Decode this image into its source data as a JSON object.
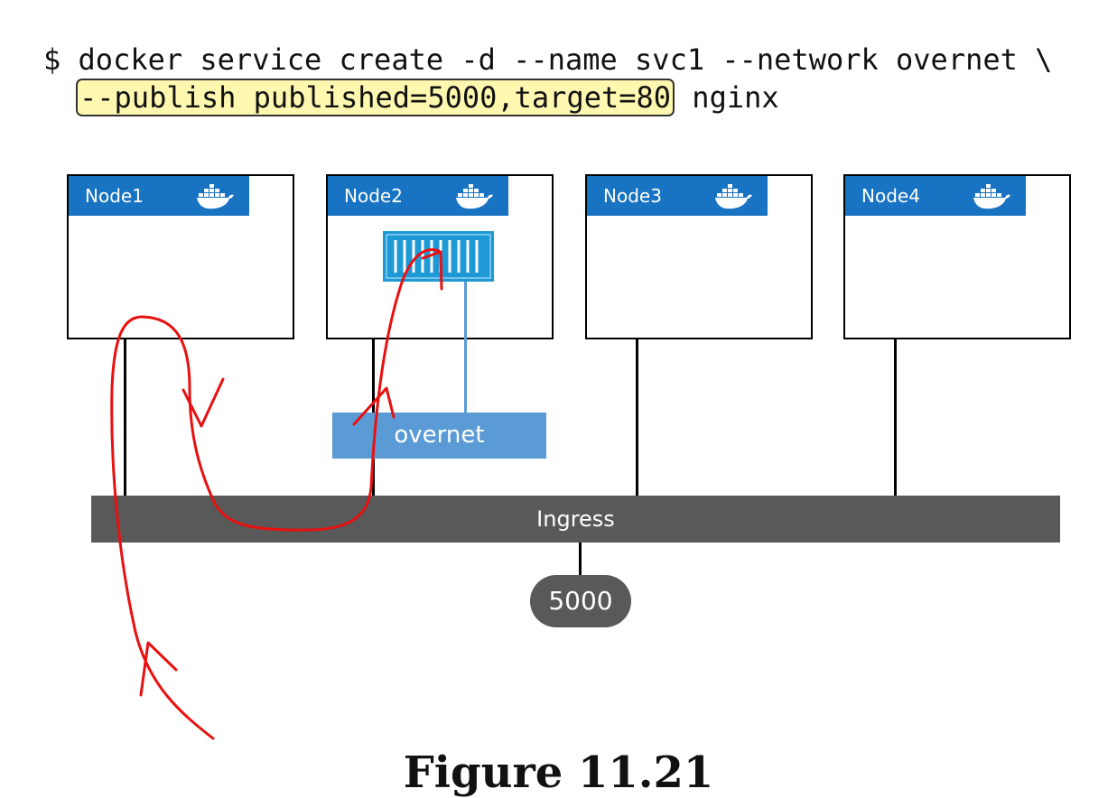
{
  "command": {
    "line1": "$ docker service create -d --name svc1 --network overnet \\",
    "line2_highlight": "--publish published=5000,target=80",
    "line2_rest": " nginx"
  },
  "nodes": [
    {
      "label": "Node1"
    },
    {
      "label": "Node2"
    },
    {
      "label": "Node3"
    },
    {
      "label": "Node4"
    }
  ],
  "icons": {
    "node": "docker-whale-icon",
    "service": "shipping-container-icon"
  },
  "networks": {
    "ingress_label": "Ingress",
    "overlay_label": "overnet"
  },
  "published_port": "5000",
  "caption": "Figure 11.21",
  "colors": {
    "node_header": "#1873c2",
    "ingress": "#595959",
    "overlay": "#5b9bd5",
    "highlight": "#fdf7b0",
    "traffic_path": "#e81010"
  }
}
